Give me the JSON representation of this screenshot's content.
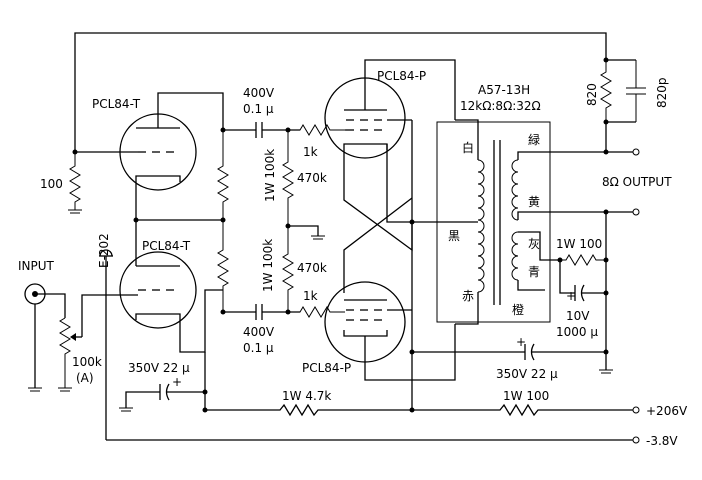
{
  "tubes": {
    "driver_top": "PCL84-T",
    "driver_bottom": "PCL84-T",
    "power_top": "PCL84-P",
    "power_bottom": "PCL84-P"
  },
  "transformer": {
    "model": "A57-13H",
    "impedance": "12kΩ:8Ω:32Ω",
    "primary_white": "白",
    "primary_black": "黒",
    "primary_red": "赤",
    "secondary_green": "緑",
    "secondary_yellow": "黄",
    "secondary_gray": "灰",
    "secondary_blue": "青",
    "secondary_orange": "橙"
  },
  "components": {
    "fb_resistor": "820",
    "fb_cap": "820p",
    "cathode_r": "100",
    "coupling_cap_top_v": "400V",
    "coupling_cap_top_val": "0.1 μ",
    "coupling_cap_bot_v": "400V",
    "coupling_cap_bot_val": "0.1 μ",
    "grid_stop_top": "1k",
    "grid_stop_bot": "1k",
    "grid_leak_top": "470k",
    "grid_leak_bot": "470k",
    "plate_load_top": "1W 100k",
    "plate_load_bot": "1W 100k",
    "volume": "100k",
    "volume_taper": "(A)",
    "jack": "E-202",
    "decouple_cap": "350V 22 μ",
    "decouple_r": "1W 4.7k",
    "bias_cap": "350V 22 μ",
    "b_r": "1W 100",
    "cathode_r2": "1W 100",
    "cathode_cap_v": "10V",
    "cathode_cap_val": "1000 μ"
  },
  "labels": {
    "input": "INPUT",
    "output": "8Ω OUTPUT",
    "b_plus": "+206V",
    "b_minus": "-3.8V",
    "plus_sign": "+"
  }
}
